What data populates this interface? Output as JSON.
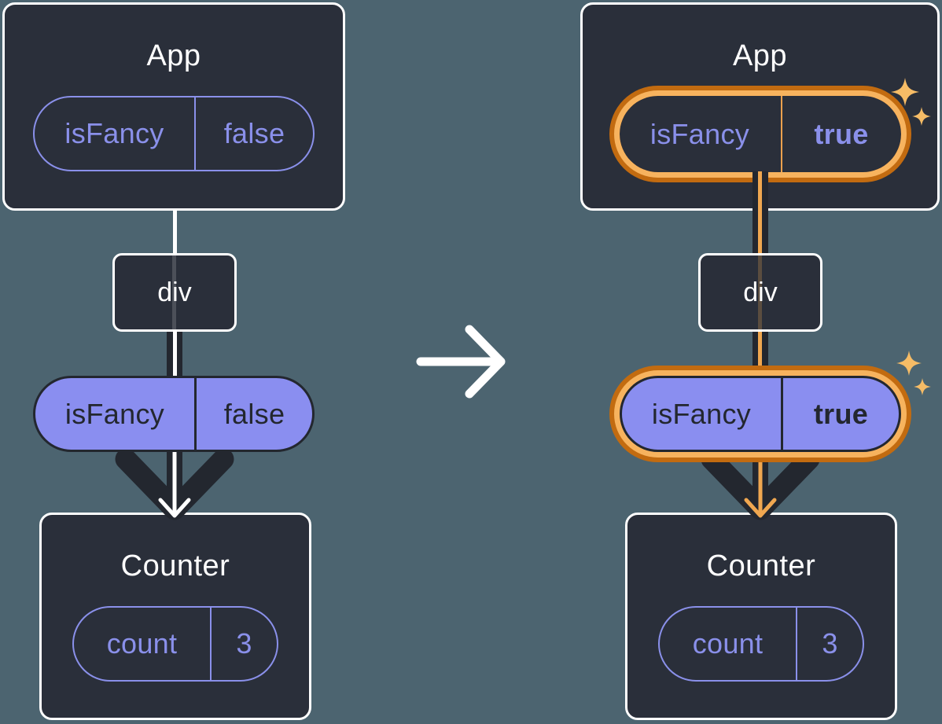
{
  "page": {
    "description": "React diagram: the isFancy prop passed from App through div down to Counter; left state before (false), right state after (true) with highlight sparkles"
  },
  "colors": {
    "background": "#4C6470",
    "card_fill": "#2A2F3A",
    "card_border": "#FFFFFF",
    "dark_accent": "#23272F",
    "purple_stroke_text": "#8A90EA",
    "purple_pill_fill": "#8A8EF0",
    "highlight_ring_outer": "#C26B10",
    "highlight_ring_inner": "#F7B35E",
    "highlight_core_line": "#F0A750",
    "sparkle": "#F6BC66",
    "flow_line_before": "#FFFFFF"
  },
  "transition": {
    "icon": "arrow-right-icon"
  },
  "before": {
    "app": {
      "title": "App",
      "prop": {
        "name": "isFancy",
        "value": "false"
      }
    },
    "container": {
      "label": "div"
    },
    "passed_prop": {
      "name": "isFancy",
      "value": "false"
    },
    "counter": {
      "title": "Counter",
      "state": {
        "name": "count",
        "value": "3"
      }
    }
  },
  "after": {
    "app": {
      "title": "App",
      "prop": {
        "name": "isFancy",
        "value": "true"
      }
    },
    "container": {
      "label": "div"
    },
    "passed_prop": {
      "name": "isFancy",
      "value": "true"
    },
    "counter": {
      "title": "Counter",
      "state": {
        "name": "count",
        "value": "3"
      }
    }
  }
}
